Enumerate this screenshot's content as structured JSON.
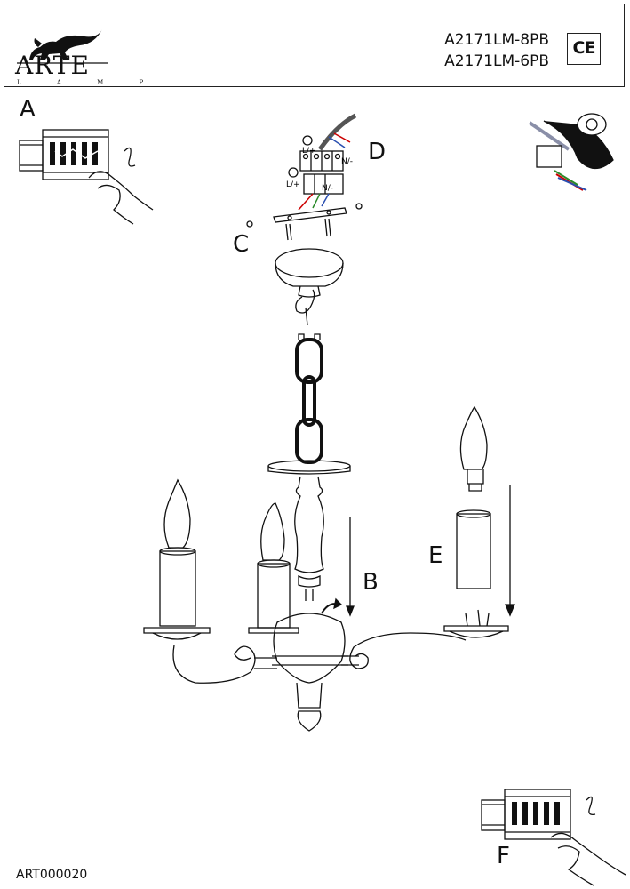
{
  "header": {
    "brand": "ARTE",
    "brand_sub": "L A M P",
    "models": [
      "A2171LM-8PB",
      "A2171LM-6PB"
    ],
    "certification": "CE"
  },
  "labels": {
    "a": "A",
    "b": "B",
    "c": "C",
    "d": "D",
    "e": "E",
    "f": "F"
  },
  "wiring": {
    "live_top": "L/+",
    "neutral_top": "N/-",
    "live_bottom": "L/+",
    "neutral_bottom": "N/-"
  },
  "document_code": "ART000020"
}
